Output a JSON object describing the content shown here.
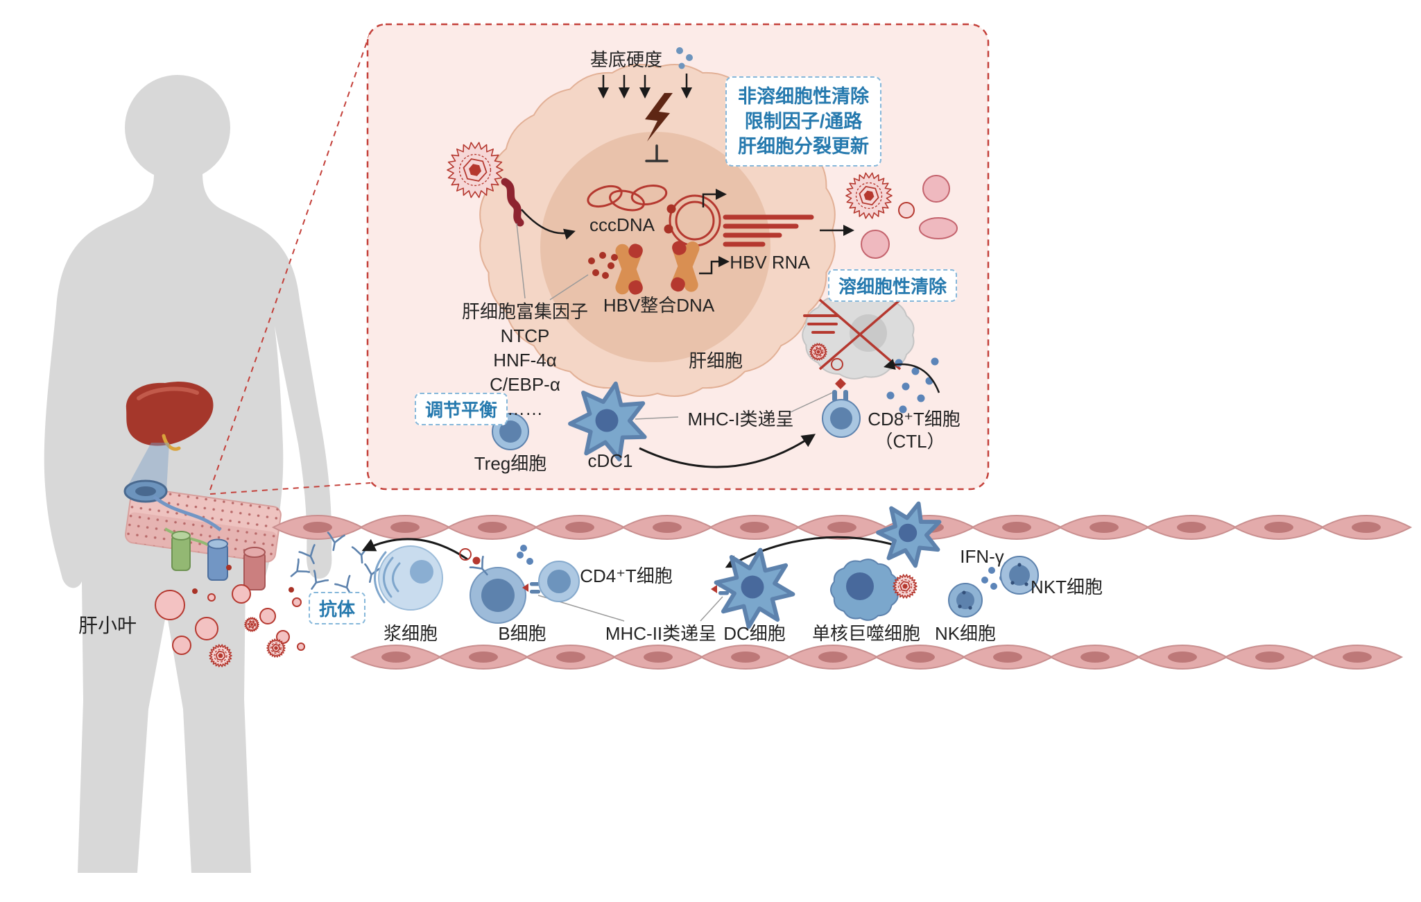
{
  "colors": {
    "red": "#b5382f",
    "dark": "#1a1a1a",
    "blue_text": "#2579ae",
    "box_border": "#85b7da",
    "inset_bg": "#fcebe8",
    "inset_border": "#c4403a",
    "hepatocyte_fill": "#f4d6c6",
    "hepatocyte_nucleus": "#e9c2ab",
    "cell_blue": "#7ba7cc",
    "cell_blue_light": "#a9c6e1",
    "cell_blue_dark": "#5d82ad",
    "nucleus_blue": "#48699c",
    "virus_fill": "#f6d7d7",
    "endothelium_fill": "#e3abab",
    "endothelium_stroke": "#c98f8f",
    "endothelium_nucleus": "#bd7878",
    "silhouette": "#d8d8d8",
    "chromosome_orange": "#d98f52"
  },
  "body_panel": {
    "liver_lobule_label": "肝小叶"
  },
  "inset": {
    "stiffness_label": "基底硬度",
    "noncytolytic_lines": [
      "非溶细胞性清除",
      "限制因子/通路",
      "肝细胞分裂更新"
    ],
    "cccdna_label": "cccDNA",
    "hbv_rna_label": "HBV RNA",
    "integrated_dna_label": "HBV整合DNA",
    "factor_lines": [
      "肝细胞富集因子",
      "NTCP",
      "HNF-4α",
      "C/EBP-α",
      "……"
    ],
    "hepatocyte_label": "肝细胞",
    "cytolytic_label": "溶细胞性清除",
    "regulation_label": "调节平衡",
    "treg_label": "Treg细胞",
    "cdc1_label": "cDC1",
    "mhc1_label": "MHC-I类递呈",
    "cd8_label": "CD8⁺T细胞",
    "ctl_label": "（CTL）"
  },
  "vessel": {
    "antibody_label": "抗体",
    "plasma_label": "浆细胞",
    "b_cell_label": "B细胞",
    "cd4_label": "CD4⁺T细胞",
    "mhc2_label": "MHC-II类递呈",
    "dc_label": "DC细胞",
    "macrophage_label": "单核巨噬细胞",
    "ifn_label": "IFN-γ",
    "nk_label": "NK细胞",
    "nkt_label": "NKT细胞"
  }
}
